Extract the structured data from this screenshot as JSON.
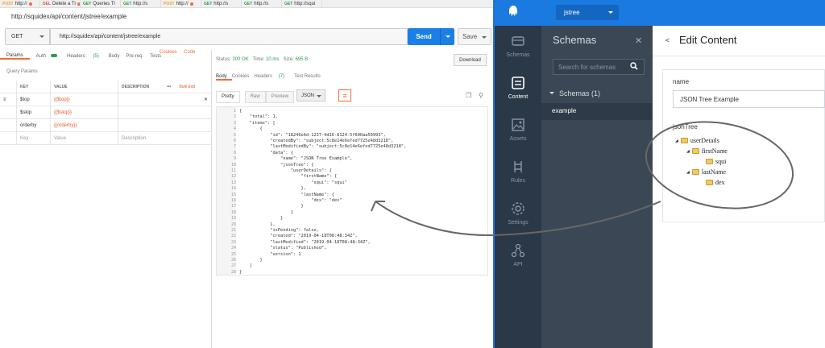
{
  "postman": {
    "tabs": [
      {
        "m": "POST",
        "cls": "post",
        "t": "http://"
      },
      {
        "m": "DEL",
        "cls": "del",
        "t": "Delete a Tr"
      },
      {
        "m": "GET",
        "cls": "get",
        "t": "Queries Tr"
      },
      {
        "m": "GET",
        "cls": "get",
        "t": "http://s"
      },
      {
        "m": "POST",
        "cls": "post",
        "t": "http://"
      },
      {
        "m": "GET",
        "cls": "get",
        "t": "http://s"
      },
      {
        "m": "GET",
        "cls": "get",
        "t": "http://s"
      },
      {
        "m": "GET",
        "cls": "get",
        "t": "http://squi"
      }
    ],
    "request_title": "http://squidex/api/content/jstree/example",
    "method": "GET",
    "url": "http://squidex/api/content/jstree/example",
    "send": "Send",
    "save": "Save",
    "req_tabs": {
      "params": "Params",
      "auth": "Auth",
      "headers": "Headers",
      "headers_count": "(5)",
      "body": "Body",
      "prereq": "Pre-req.",
      "tests": "Tests"
    },
    "cookies": "Cookies",
    "code": "Code",
    "query_params": "Query Params",
    "cols": {
      "key": "KEY",
      "value": "VALUE",
      "desc": "DESCRIPTION",
      "more": "•••",
      "bulk": "Bulk Edit"
    },
    "params": [
      {
        "key": "$top",
        "value": "{{$top}}"
      },
      {
        "key": "$skip",
        "value": "{{$skip}}"
      },
      {
        "key": "orderby",
        "value": "{{orderby}}"
      }
    ],
    "new_row": {
      "key": "Key",
      "value": "Value",
      "desc": "Description"
    },
    "status_lbl": "Status:",
    "status": "200 OK",
    "time_lbl": "Time:",
    "time": "10 ms",
    "size_lbl": "Size:",
    "size": "695 B",
    "download": "Download",
    "res_tabs": {
      "body": "Body",
      "cookies": "Cookies",
      "headers": "Headers",
      "headers_count": "(7)",
      "results": "Test Results"
    },
    "fmt": {
      "pretty": "Pretty",
      "raw": "Raw",
      "preview": "Preview",
      "json": "JSON"
    },
    "code_lines": [
      "{",
      "    \"total\": 1,",
      "    \"items\": [",
      "        {",
      "            \"id\": \"18246e6d-1237-4d16-8124-5f600aa50993\",",
      "            \"createdBy\": \"subject:5c8e14e6efed7725e48d3218\",",
      "            \"lastModifiedBy\": \"subject:5c8e14e6efed7725e48d3218\",",
      "            \"data\": {",
      "                \"name\": \"JSON Tree Example\",",
      "                \"jsonTree\": {",
      "                    \"userDetails\": {",
      "                        \"firstName\": {",
      "                            \"squi\": \"squi\"",
      "                        },",
      "                        \"lastName\": {",
      "                            \"dex\": \"dex\"",
      "                        }",
      "                    }",
      "                }",
      "            },",
      "            \"isPending\": false,",
      "            \"created\": \"2019-04-18T08:48:34Z\",",
      "            \"lastModified\": \"2019-04-18T08:48:34Z\",",
      "            \"status\": \"Published\",",
      "            \"version\": 1",
      "        }",
      "    ]",
      "}"
    ]
  },
  "squidex": {
    "app": "jstree",
    "nav": [
      {
        "label": "Schemas",
        "icon": "schemas-icon"
      },
      {
        "label": "Content",
        "icon": "content-icon",
        "active": true
      },
      {
        "label": "Assets",
        "icon": "assets-icon"
      },
      {
        "label": "Rules",
        "icon": "rules-icon"
      },
      {
        "label": "Settings",
        "icon": "settings-icon"
      },
      {
        "label": "API",
        "icon": "api-icon"
      }
    ],
    "schemas_title": "Schemas",
    "search_placeholder": "Search for schemas",
    "group": "Schemas (1)",
    "schema_item": "example",
    "edit_title": "Edit Content",
    "name_label": "name",
    "name_value": "JSON Tree Example",
    "json_label": "jsonTree",
    "tree": {
      "root": "userDetails",
      "first": "firstName",
      "first_child": "squi",
      "last": "lastName",
      "last_child": "dex"
    }
  },
  "colors": {
    "brand": "#1b7ae0",
    "send": "#1a7fe6",
    "accent": "#f26b3a",
    "nav": "#2b3847"
  }
}
